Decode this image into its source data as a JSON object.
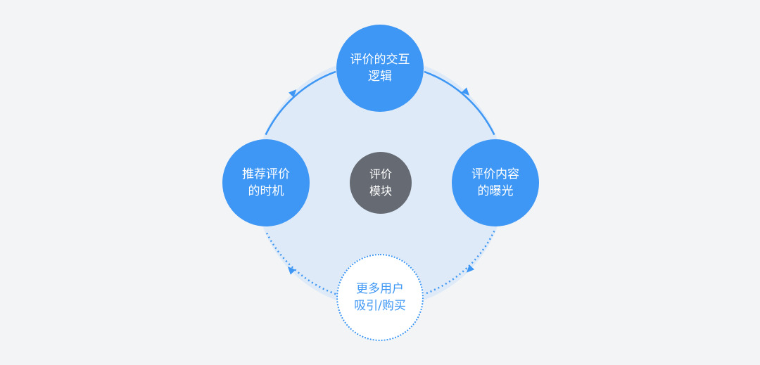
{
  "diagram": {
    "center": {
      "line1": "评价",
      "line2": "模块"
    },
    "top": {
      "line1": "评价的交互",
      "line2": "逻辑"
    },
    "left": {
      "line1": "推荐评价",
      "line2": "的时机"
    },
    "right": {
      "line1": "评价内容",
      "line2": "的曝光"
    },
    "bottom": {
      "line1": "更多用户",
      "line2": "吸引/购买"
    }
  },
  "colors": {
    "background": "#f3f4f6",
    "primary": "#3e97f4",
    "ring_fill": "#deeaf8",
    "center_node": "#666b73",
    "outline_fill": "#ffffff"
  }
}
